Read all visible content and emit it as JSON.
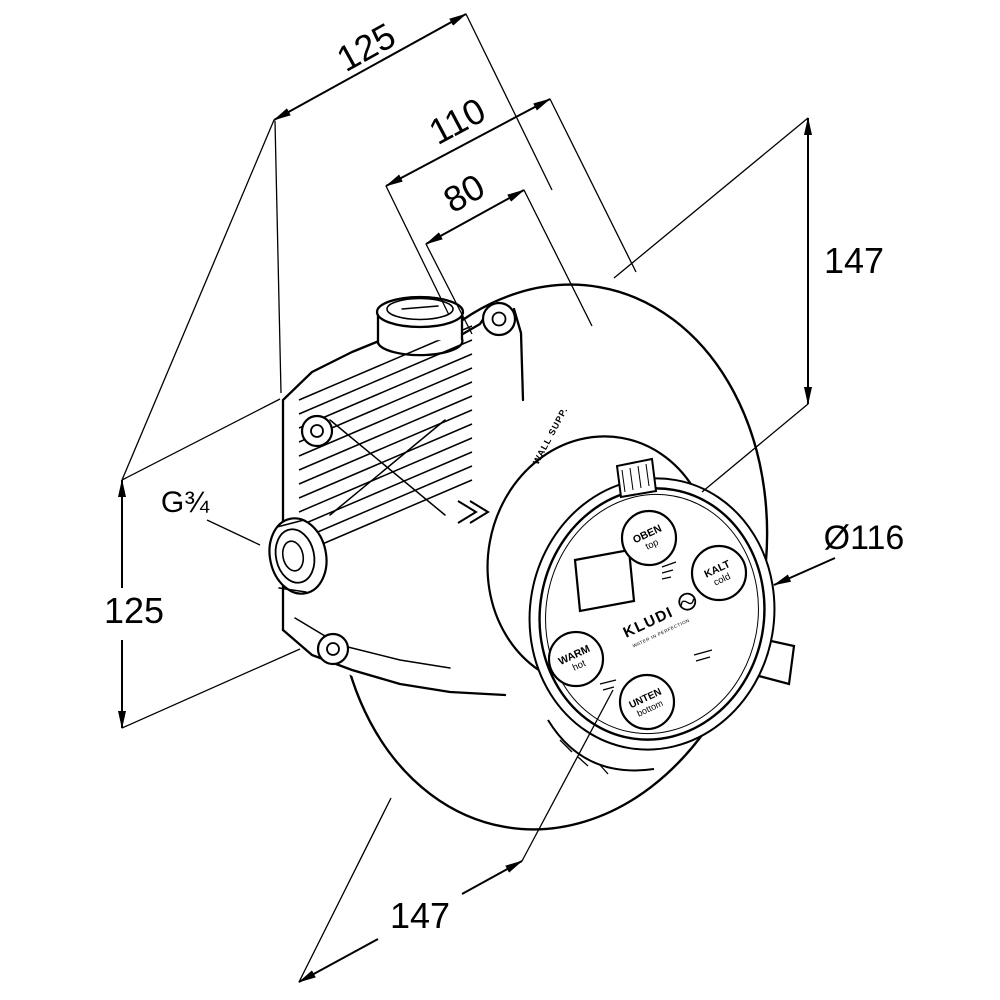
{
  "dims": {
    "depth_overall": "125",
    "depth_mid": "110",
    "depth_min": "80",
    "height": "147",
    "body_height": "125",
    "width": "147",
    "faceplate_diameter": "Ø116",
    "thread": "G¾"
  },
  "faceplate": {
    "brand": "KLUDI",
    "tagline": "WATER IN PERFECTION",
    "molded": "WALL SUPP.",
    "buttons": {
      "top": {
        "l1": "OBEN",
        "l2": "top"
      },
      "right": {
        "l1": "KALT",
        "l2": "cold"
      },
      "left": {
        "l1": "WARM",
        "l2": "hot"
      },
      "bottom": {
        "l1": "UNTEN",
        "l2": "bottom"
      }
    }
  }
}
